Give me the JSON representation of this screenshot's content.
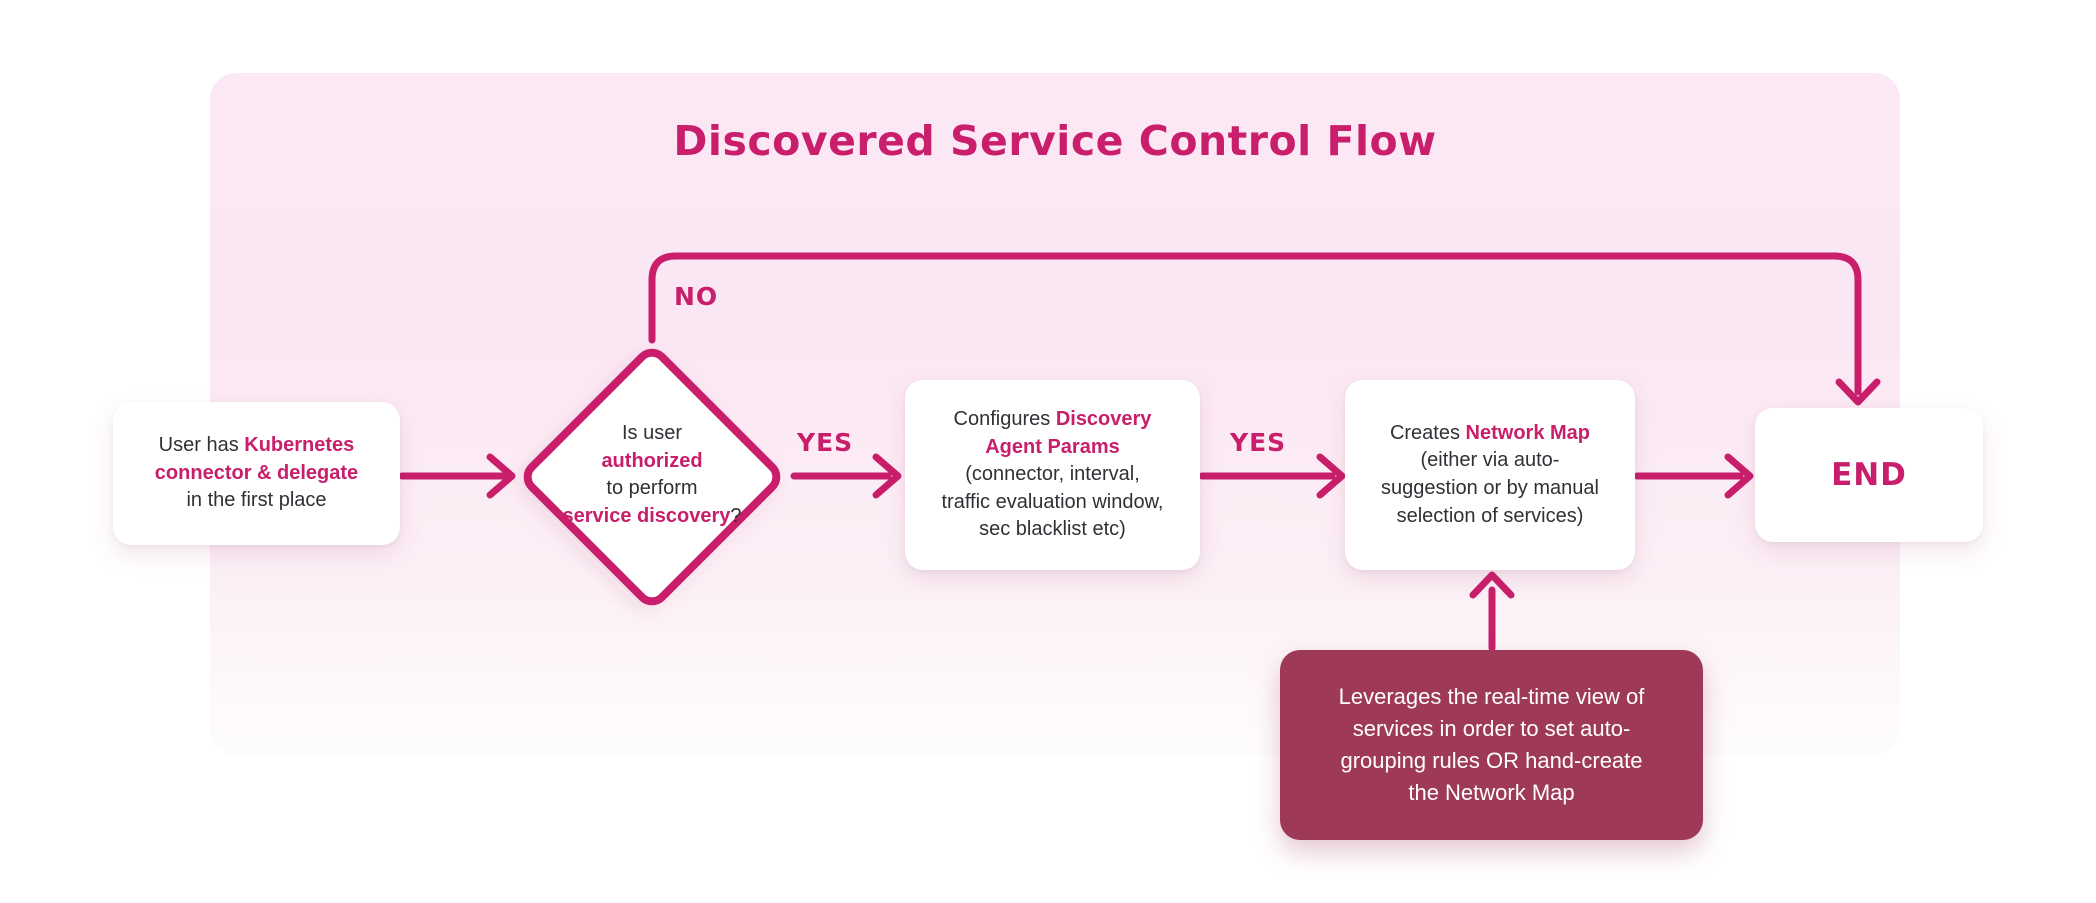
{
  "colors": {
    "accent_pink": "#C81E6B",
    "panel_pink_top": "#FCE7F4",
    "panel_pink_bottom": "#FEFBFC",
    "annotation_maroon": "#9E3A58",
    "node_background": "#FFFFFF",
    "body_text": "#303036"
  },
  "diagram": {
    "title": "Discovered Service Control Flow",
    "nodes": {
      "start": {
        "segments": [
          {
            "text": "User has ",
            "em": false
          },
          {
            "text": "Kubernetes\nconnector & delegate",
            "em": true
          },
          {
            "text": "\nin the first place",
            "em": false
          }
        ]
      },
      "decision": {
        "segments": [
          {
            "text": "Is user\n",
            "em": false
          },
          {
            "text": "authorized",
            "em": true
          },
          {
            "text": "\nto perform\n",
            "em": false
          },
          {
            "text": "service discovery",
            "em": true
          },
          {
            "text": "?",
            "em": false
          }
        ]
      },
      "configure": {
        "segments": [
          {
            "text": "Configures ",
            "em": false
          },
          {
            "text": "Discovery\nAgent Params",
            "em": true
          },
          {
            "text": "\n(connector, interval,\ntraffic evaluation window,\nsec blacklist etc)",
            "em": false
          }
        ]
      },
      "create_map": {
        "segments": [
          {
            "text": "Creates ",
            "em": false
          },
          {
            "text": "Network Map",
            "em": true
          },
          {
            "text": "\n(either via auto-\nsuggestion or by manual\nselection of services)",
            "em": false
          }
        ]
      },
      "end": {
        "label": "END"
      },
      "annotation": {
        "label": "Leverages the real-time view of\nservices in order to set auto-\ngrouping rules OR hand-create\nthe Network Map"
      }
    },
    "edges": {
      "no_label": "NO",
      "yes_label_1": "YES",
      "yes_label_2": "YES"
    }
  }
}
